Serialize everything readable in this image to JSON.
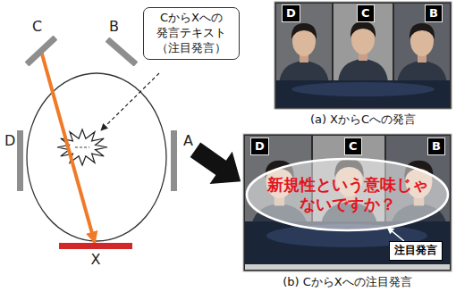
{
  "diagram": {
    "nodes": [
      {
        "text": [
          "C"
        ]
      },
      {
        "text": [
          "B"
        ]
      },
      {
        "text": [
          "CからXへの 発言テキスト （注目発言）"
        ]
      },
      {
        "text": [
          "D"
        ]
      },
      {
        "text": [
          "A"
        ]
      },
      {
        "text": [
          "X"
        ]
      },
      {
        "text": [
          "(a) XからCへの発言"
        ]
      },
      {
        "text": [
          "D"
        ],
        "in": 6
      },
      {
        "text": [
          "C"
        ],
        "in": 6
      },
      {
        "text": [
          "B"
        ],
        "in": 6
      },
      {
        "text": [
          "(b) CからXへの注目発言"
        ]
      },
      {
        "text": [
          "D"
        ],
        "in": 10
      },
      {
        "text": [
          "C"
        ],
        "in": 10
      },
      {
        "text": [
          "B"
        ],
        "in": 10
      },
      {
        "text": [
          "新規性という意味じゃないですか？"
        ],
        "in": 10
      },
      {
        "text": [
          "注目発言"
        ],
        "in": 10
      }
    ],
    "edges": [
      {
        "from": 0,
        "to": 5,
        "arrow": "to"
      },
      {
        "from": 15,
        "to": 14,
        "arrow": "to"
      }
    ]
  }
}
